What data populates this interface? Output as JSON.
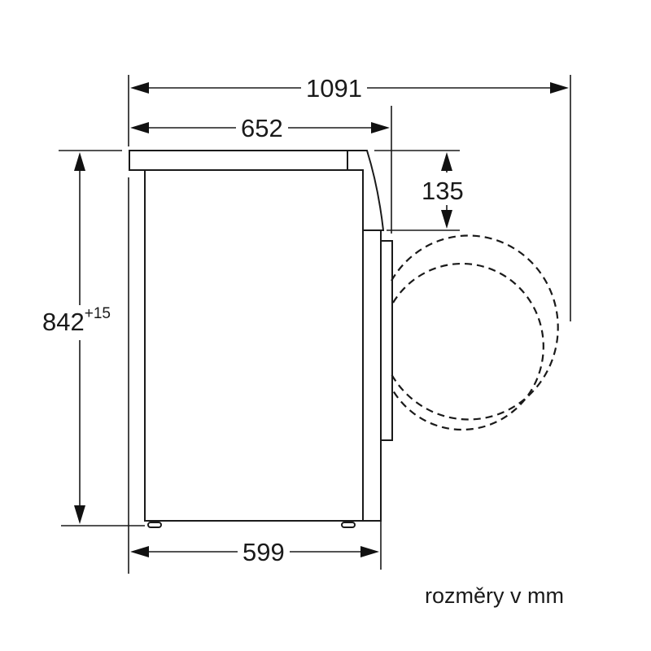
{
  "diagram": {
    "subject": "washing machine side view with door open",
    "colors": {
      "line": "#1a1a1a",
      "background": "#ffffff"
    },
    "dimensions": {
      "total_depth_door_open": {
        "value": "1091"
      },
      "depth": {
        "value": "652"
      },
      "top_to_door_hinge": {
        "value": "135"
      },
      "height": {
        "value": "842",
        "tolerance": "+15"
      },
      "width_base": {
        "value": "599"
      }
    },
    "units_note": "rozměry v mm"
  }
}
